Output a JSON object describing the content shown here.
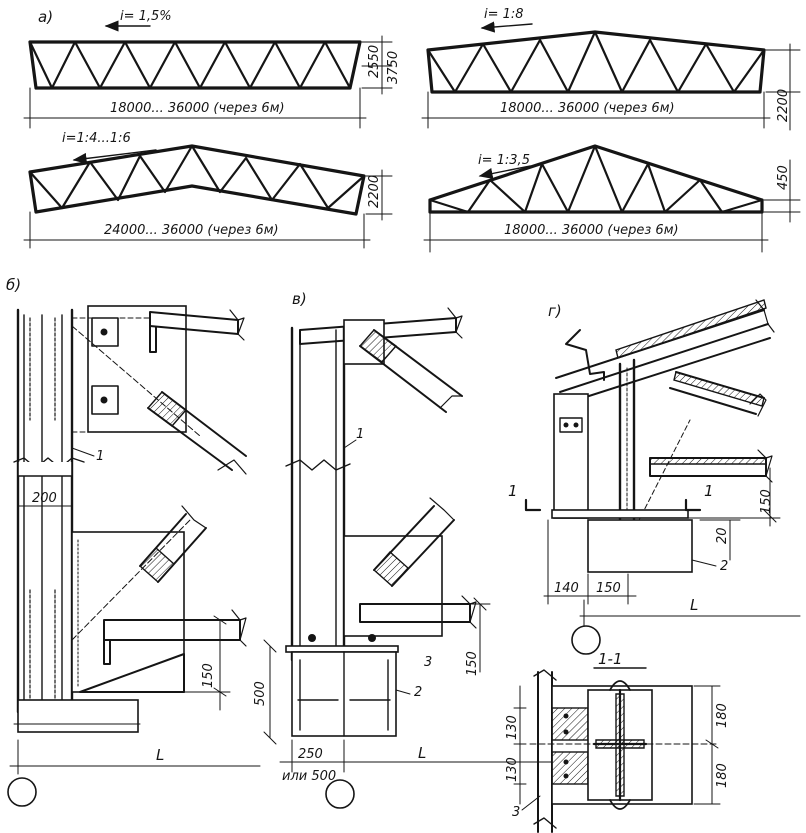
{
  "panels": {
    "a": "а)",
    "b": "б)",
    "v": "в)",
    "g": "г)"
  },
  "trusses": [
    {
      "slope": "i= 1,5%",
      "span": "18000... 36000 (через 6м)",
      "heights": [
        "2550",
        "3750"
      ]
    },
    {
      "slope": "i= 1:8",
      "span": "18000... 36000 (через 6м)",
      "heights": [
        "2200"
      ]
    },
    {
      "slope": "i=1:4...1:6",
      "span": "24000... 36000 (через 6м)",
      "heights": [
        "2200"
      ]
    },
    {
      "slope": "i= 1:3,5",
      "span": "18000... 36000 (через 6м)",
      "heights": [
        "450"
      ]
    }
  ],
  "node_b": {
    "marker_1": "1",
    "dim_200": "200",
    "dim_150": "150",
    "span": "L"
  },
  "node_v": {
    "marker_1": "1",
    "marker_2": "2",
    "marker_3": "3",
    "dim_500": "500",
    "dim_150": "150",
    "dim_250": "250",
    "dim_alt": "или 500",
    "span": "L"
  },
  "node_g": {
    "cut_left": "1",
    "cut_right": "1",
    "marker_2": "2",
    "dim_150_right": "150",
    "dim_20": "20",
    "dim_140": "140",
    "dim_150": "150",
    "span": "L"
  },
  "section": {
    "title": "1-1",
    "dim_130_top": "130",
    "dim_130_bottom": "130",
    "dim_180_top": "180",
    "dim_180_bottom": "180",
    "marker_3": "3"
  }
}
